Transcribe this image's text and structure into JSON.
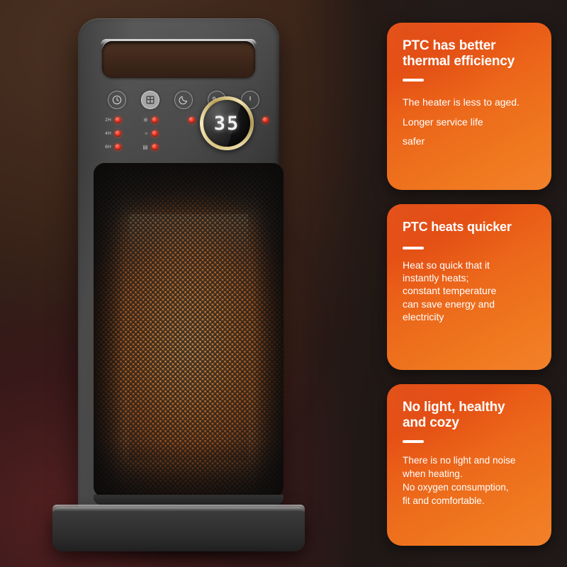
{
  "scene": {
    "background_top_left": "#3e2a1c",
    "background_bottom_left": "#3d1f1f",
    "background_right": "#221b19",
    "glow_color": "#e07a28"
  },
  "product": {
    "name": "PTC ceramic tower heater",
    "handle": "carry-handle-cutout",
    "display": {
      "value": "35",
      "unit_implied": "°C",
      "ring_color": "#d9c27a",
      "screen_color": "#0a0a0a"
    },
    "control_icons": [
      {
        "name": "timer-icon",
        "glyph": "clock"
      },
      {
        "name": "mode-icon",
        "glyph": "grid"
      },
      {
        "name": "sleep-mode-icon",
        "glyph": "moon"
      },
      {
        "name": "temperature-icon",
        "glyph": "celsius"
      },
      {
        "name": "power-icon",
        "glyph": "power"
      }
    ],
    "indicator_rows": [
      {
        "timer_label": "2H",
        "level_glyph": "✲",
        "leds": 5
      },
      {
        "timer_label": "4H",
        "level_glyph": "≈",
        "leds": 2
      },
      {
        "timer_label": "6H",
        "level_glyph": "▤",
        "leds": 2
      }
    ],
    "led_color": "#f23a28",
    "grille": "perforated-mesh-front-panel"
  },
  "cards": [
    {
      "id": "ptc-efficiency",
      "title": "PTC has better\nthermal efficiency",
      "body": "The heater is less to aged.\nLonger service life\nsafer"
    },
    {
      "id": "ptc-speed",
      "title": "PTC heats quicker",
      "body": "Heat so quick that it\ninstantly heats;\nconstant temperature\ncan save energy and\nelectricity"
    },
    {
      "id": "no-light-cozy",
      "title": "No light, healthy\nand cozy",
      "body": "There is no light and noise\n when heating.\nNo oxygen consumption,\nfit and comfortable."
    }
  ],
  "theme": {
    "card_gradient_start": "#ef5d1e",
    "card_gradient_end": "#f2812b",
    "card_text": "#ffffff"
  }
}
